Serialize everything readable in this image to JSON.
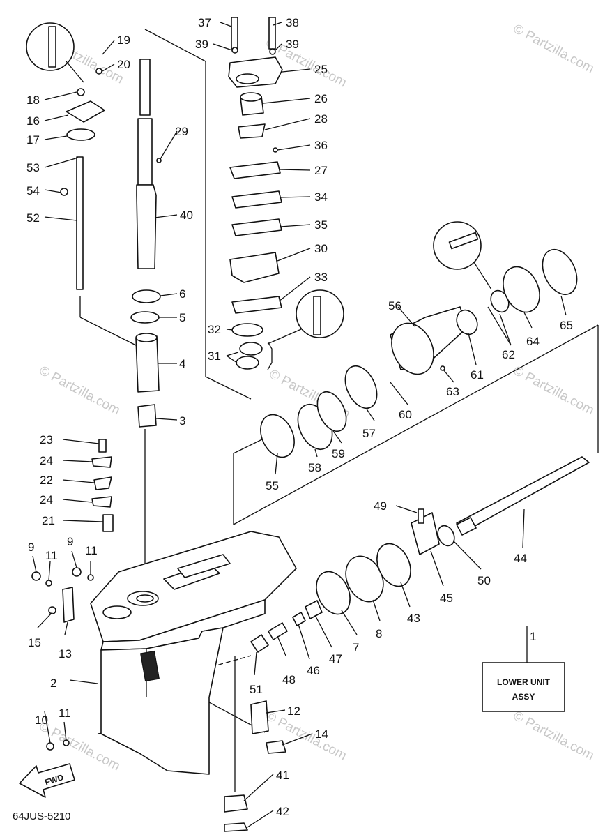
{
  "diagram": {
    "watermark": "© Partzilla.com",
    "diagram_code": "64JUS-5210",
    "assembly_box": {
      "line1": "LOWER UNIT",
      "line2": "ASSY"
    },
    "direction_arrow": "FWD",
    "part_numbers": [
      "1",
      "2",
      "3",
      "4",
      "5",
      "6",
      "7",
      "8",
      "9",
      "10",
      "11",
      "12",
      "13",
      "14",
      "15",
      "16",
      "17",
      "18",
      "19",
      "20",
      "21",
      "22",
      "23",
      "24",
      "25",
      "26",
      "27",
      "28",
      "29",
      "30",
      "31",
      "32",
      "33",
      "34",
      "35",
      "36",
      "37",
      "38",
      "39",
      "40",
      "41",
      "42",
      "43",
      "44",
      "45",
      "46",
      "47",
      "48",
      "49",
      "50",
      "51",
      "52",
      "53",
      "54",
      "55",
      "56",
      "57",
      "58",
      "59",
      "60",
      "61",
      "62",
      "63",
      "64",
      "65"
    ]
  }
}
